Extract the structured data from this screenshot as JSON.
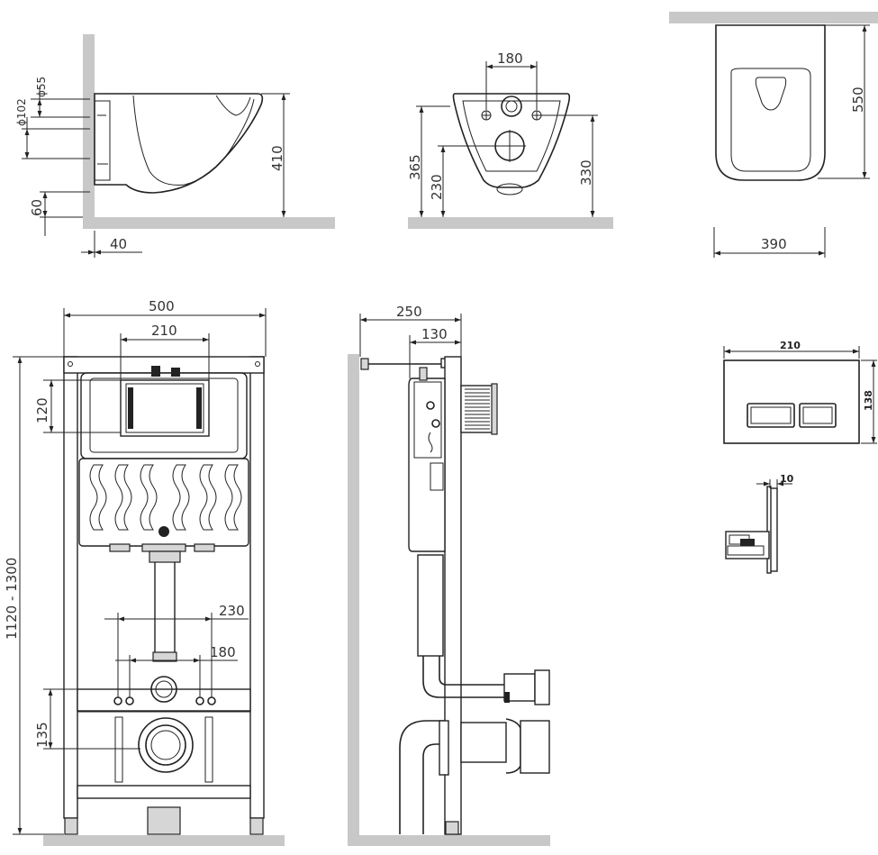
{
  "diagram": {
    "panels": [
      {
        "id": "bowl-side",
        "labels": {
          "d55": "ϕ55",
          "d102": "ϕ102",
          "h410": "410",
          "h60": "60",
          "w40": "40"
        }
      },
      {
        "id": "bowl-rear",
        "labels": {
          "w180": "180",
          "h365": "365",
          "h230": "230",
          "h330": "330"
        }
      },
      {
        "id": "bowl-top",
        "labels": {
          "l550": "550",
          "w390": "390"
        }
      },
      {
        "id": "frame-front",
        "labels": {
          "w500": "500",
          "w210": "210",
          "h120": "120",
          "h1120": "1120 - 1300",
          "w230": "230",
          "w180": "180",
          "h135": "135"
        }
      },
      {
        "id": "frame-side",
        "labels": {
          "d250": "250",
          "d130": "130"
        }
      },
      {
        "id": "flush-plate-front",
        "labels": {
          "w210": "210",
          "h138": "138"
        }
      },
      {
        "id": "flush-plate-side",
        "labels": {
          "t10": "10"
        }
      }
    ]
  }
}
